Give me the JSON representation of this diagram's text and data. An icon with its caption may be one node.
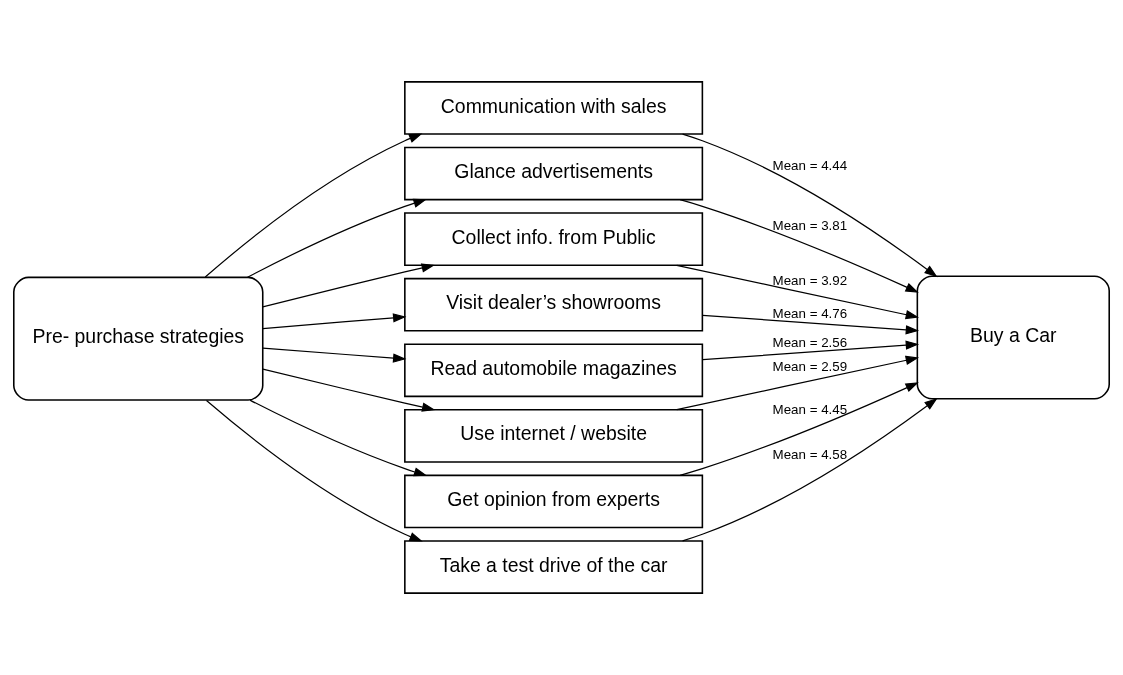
{
  "diagram": {
    "nodes": [
      {
        "text": [
          "Pre- purchase strategies"
        ]
      },
      {
        "text": [
          "Communication with sales"
        ]
      },
      {
        "text": [
          "Glance advertisements"
        ]
      },
      {
        "text": [
          "Collect info. from Public"
        ]
      },
      {
        "text": [
          "Visit dealer’s showrooms"
        ]
      },
      {
        "text": [
          "Read automobile magazines"
        ]
      },
      {
        "text": [
          "Use internet / website"
        ]
      },
      {
        "text": [
          "Get opinion from experts"
        ]
      },
      {
        "text": [
          "Take a test drive of the car"
        ]
      },
      {
        "text": [
          "Buy a Car"
        ]
      }
    ],
    "edges": [
      {
        "from": 0,
        "to": 1,
        "arrow": "to"
      },
      {
        "from": 0,
        "to": 2,
        "arrow": "to"
      },
      {
        "from": 0,
        "to": 3,
        "arrow": "to"
      },
      {
        "from": 0,
        "to": 4,
        "arrow": "to"
      },
      {
        "from": 0,
        "to": 5,
        "arrow": "to"
      },
      {
        "from": 0,
        "to": 6,
        "arrow": "to"
      },
      {
        "from": 0,
        "to": 7,
        "arrow": "to"
      },
      {
        "from": 0,
        "to": 8,
        "arrow": "to"
      },
      {
        "from": 1,
        "to": 9,
        "arrow": "to",
        "label": "Mean = 4.44"
      },
      {
        "from": 2,
        "to": 9,
        "arrow": "to",
        "label": "Mean = 3.81"
      },
      {
        "from": 3,
        "to": 9,
        "arrow": "to",
        "label": "Mean = 3.92"
      },
      {
        "from": 4,
        "to": 9,
        "arrow": "to",
        "label": "Mean = 4.76"
      },
      {
        "from": 5,
        "to": 9,
        "arrow": "to",
        "label": "Mean = 2.56"
      },
      {
        "from": 6,
        "to": 9,
        "arrow": "to",
        "label": "Mean = 2.59"
      },
      {
        "from": 7,
        "to": 9,
        "arrow": "to",
        "label": "Mean = 4.45"
      },
      {
        "from": 8,
        "to": 9,
        "arrow": "to",
        "label": "Mean = 4.58"
      }
    ]
  }
}
